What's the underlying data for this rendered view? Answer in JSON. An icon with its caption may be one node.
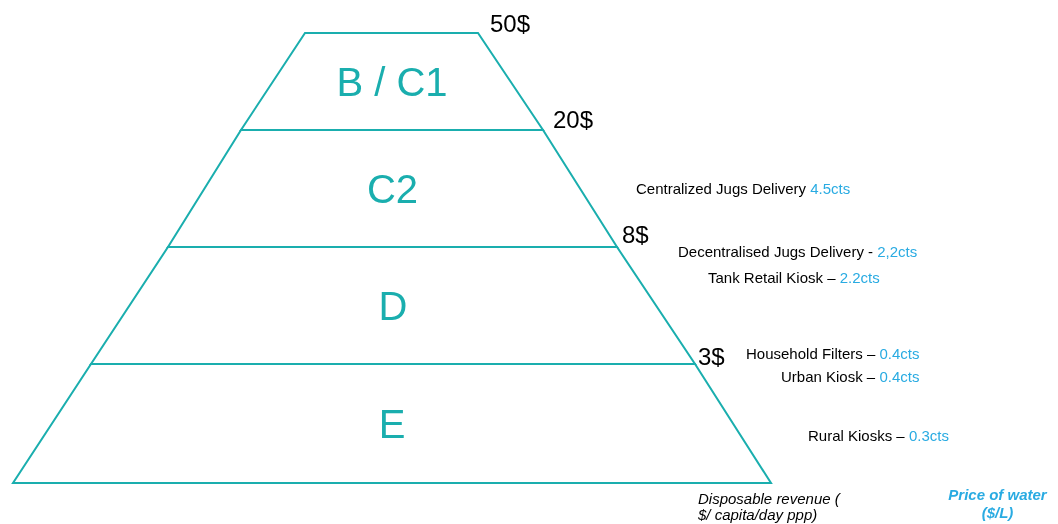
{
  "diagram": {
    "nodes": [
      {
        "text": [
          "B / C1"
        ]
      },
      {
        "text": [
          "C2"
        ]
      },
      {
        "text": [
          "D"
        ]
      },
      {
        "text": [
          "E"
        ]
      }
    ],
    "labels": [
      "50$",
      "20$",
      "Centralized Jugs Delivery 4.5cts",
      "8$",
      "Decentralised Jugs Delivery - 2,2cts",
      "Tank Retail Kiosk – 2.2cts",
      "3$",
      "Household Filters – 0.4cts",
      "Urban Kiosk – 0.4cts",
      "Rural Kiosks – 0.3cts",
      "Disposable revenue ( $/ capita/day ppp)",
      "Price of water ($/L)"
    ]
  }
}
